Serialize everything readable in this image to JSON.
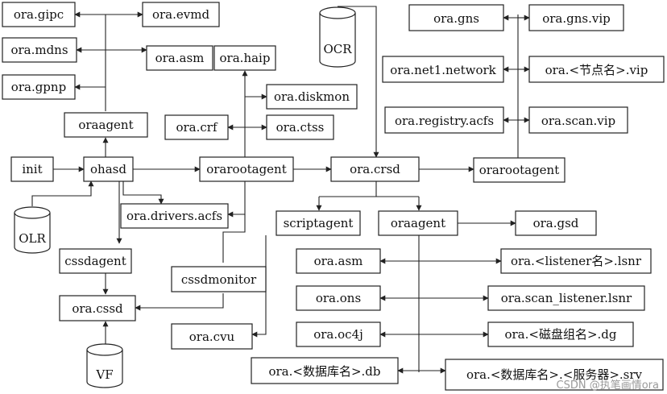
{
  "colors": {
    "stroke": "#222222",
    "fill": "#ffffff",
    "text": "#111111",
    "watermark": "#9a9a9a"
  },
  "nodes": {
    "gipc": "ora.gipc",
    "evmd": "ora.evmd",
    "mdns": "ora.mdns",
    "asm_top": "ora.asm",
    "haip": "ora.haip",
    "gpnp": "ora.gpnp",
    "diskmon": "ora.diskmon",
    "oraagent1": "oraagent",
    "crf": "ora.crf",
    "ctss": "ora.ctss",
    "init": "init",
    "ohasd": "ohasd",
    "orarootagent1": "orarootagent",
    "crsd": "ora.crsd",
    "orarootagent2": "orarootagent",
    "drivers_acfs": "ora.drivers.acfs",
    "scriptagent": "scriptagent",
    "oraagent2": "oraagent",
    "gsd": "ora.gsd",
    "cssdagent": "cssdagent",
    "cssdmonitor": "cssdmonitor",
    "asm": "ora.asm",
    "ons": "ora.ons",
    "oc4j": "ora.oc4j",
    "cssd": "ora.cssd",
    "cvu": "ora.cvu",
    "db": "ora.<数据库名>.db",
    "gns": "ora.gns",
    "gns_vip": "ora.gns.vip",
    "net1": "ora.net1.network",
    "node_vip": "ora.<节点名>.vip",
    "registry_acfs": "ora.registry.acfs",
    "scan_vip": "ora.scan.vip",
    "lsnr": "ora.<listener名>.lsnr",
    "scan_lsnr": "ora.scan_listener.lsnr",
    "dg": "ora.<磁盘组名>.dg",
    "svc": "ora.<数据库名>.<服务器>.srv"
  },
  "storage": {
    "ocr": "OCR",
    "olr": "OLR",
    "vf": "VF"
  },
  "watermark": "CSDN @执笔画情ora"
}
